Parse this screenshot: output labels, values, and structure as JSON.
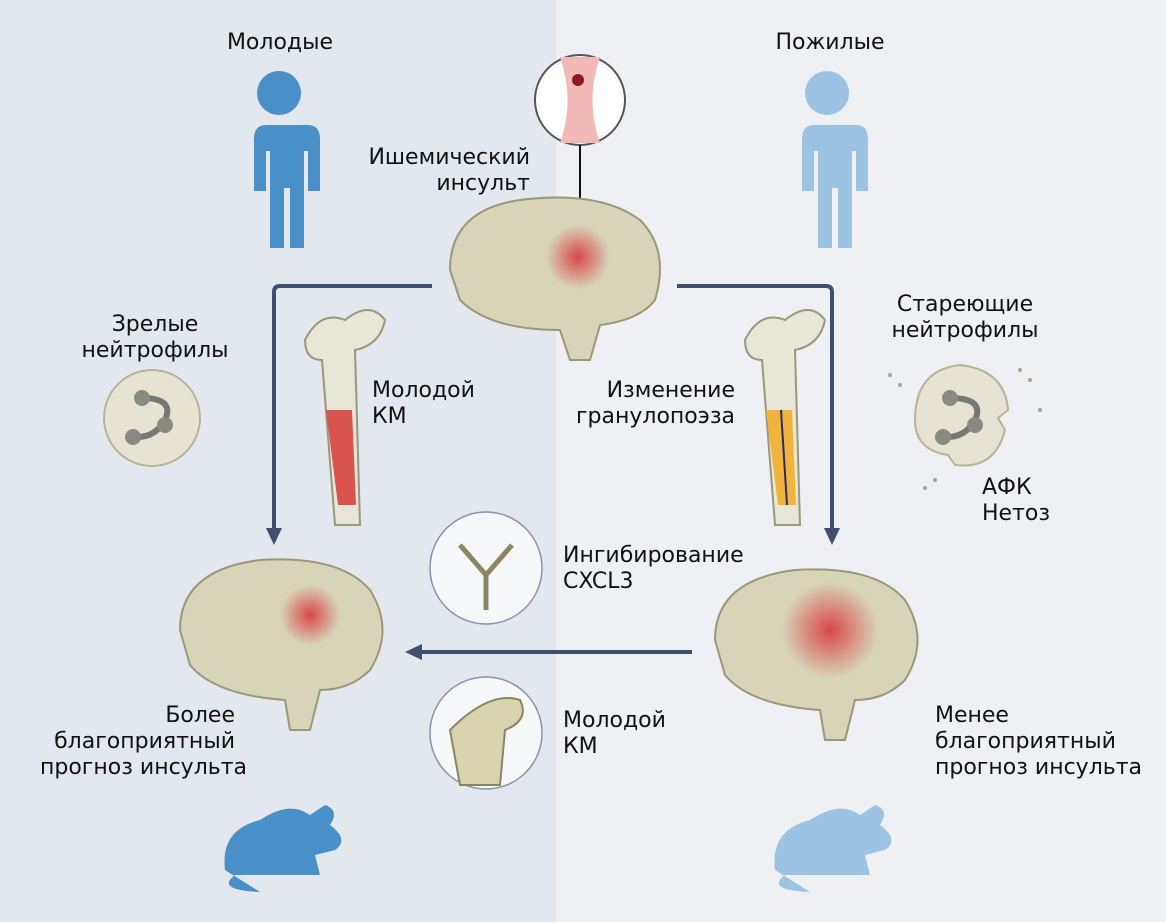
{
  "labels": {
    "young": "Молодые",
    "old": "Пожилые",
    "stroke_1": "Ишемический",
    "stroke_2": "инсульт",
    "mature_neut_1": "Зрелые",
    "mature_neut_2": "нейтрофилы",
    "young_bm_1": "Молодой",
    "young_bm_2": "КМ",
    "granulo_1": "Изменение",
    "granulo_2": "гранулопоэза",
    "aging_neut_1": "Стареющие",
    "aging_neut_2": "нейтрофилы",
    "ros": "АФК",
    "netosis": "Нетоз",
    "cxcl3_1": "Ингибирование",
    "cxcl3_2": "CXCL3",
    "young_bm2_1": "Молодой",
    "young_bm2_2": "КМ",
    "better_1": "Более",
    "better_2": "благоприятный",
    "better_3": "прогноз инсульта",
    "worse_1": "Менее",
    "worse_2": "благоприятный",
    "worse_3": "прогноз инсульта"
  },
  "colors": {
    "young": "#4a90c8",
    "old": "#9dc3e2",
    "arrow": "#3f4f6e",
    "lesion": "#d9373c",
    "bone": "#c9c5a0"
  }
}
